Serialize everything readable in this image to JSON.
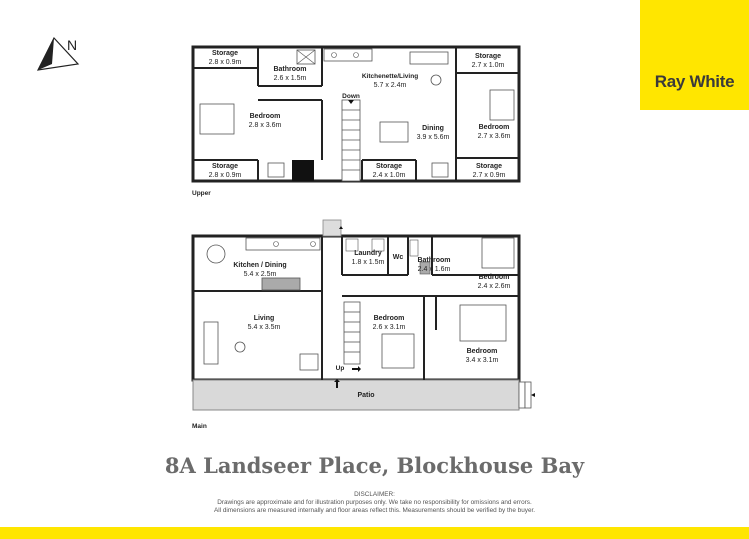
{
  "brand": {
    "name": "Ray White",
    "color": "#FFE600"
  },
  "address": "8A Landseer Place, Blockhouse Bay",
  "compass": {
    "label": "N"
  },
  "disclaimer": {
    "title": "DISCLAIMER:",
    "line1": "Drawings are approximate and for illustration purposes only. We take no responsibility for omissions and errors.",
    "line2": "All dimensions are measured internally and floor areas reflect this. Measurements should be verified by the buyer."
  },
  "upper": {
    "label": "Upper",
    "stair_label": "Down",
    "rooms": {
      "storage_tl": {
        "name": "Storage",
        "size": "2.8 x 0.9m"
      },
      "bathroom": {
        "name": "Bathroom",
        "size": "2.6 x 1.5m"
      },
      "kitchenette": {
        "name": "Kitchenette/Living",
        "size": "5.7 x 2.4m"
      },
      "storage_tr": {
        "name": "Storage",
        "size": "2.7 x 1.0m"
      },
      "bedroom_left": {
        "name": "Bedroom",
        "size": "2.8 x 3.6m"
      },
      "dining": {
        "name": "Dining",
        "size": "3.9 x 5.6m"
      },
      "bedroom_right": {
        "name": "Bedroom",
        "size": "2.7 x 3.6m"
      },
      "storage_bl": {
        "name": "Storage",
        "size": "2.8 x 0.9m"
      },
      "storage_bm": {
        "name": "Storage",
        "size": "2.4 x 1.0m"
      },
      "storage_br": {
        "name": "Storage",
        "size": "2.7 x 0.9m"
      }
    }
  },
  "main": {
    "label": "Main",
    "stair_label": "Up",
    "rooms": {
      "kitchen": {
        "name": "Kitchen / Dining",
        "size": "5.4 x 2.5m"
      },
      "laundry": {
        "name": "Laundry",
        "size": "1.8 x 1.5m"
      },
      "wc": {
        "name": "Wc",
        "size": ""
      },
      "bathroom": {
        "name": "Bathroom",
        "size": "2.4 x 1.6m"
      },
      "bedroom_a": {
        "name": "Bedroom",
        "size": "2.4 x 2.6m"
      },
      "living": {
        "name": "Living",
        "size": "5.4 x 3.5m"
      },
      "bedroom_b": {
        "name": "Bedroom",
        "size": "2.6 x 3.1m"
      },
      "bedroom_c": {
        "name": "Bedroom",
        "size": "3.4 x 3.1m"
      },
      "patio": {
        "name": "Patio",
        "size": ""
      }
    }
  }
}
